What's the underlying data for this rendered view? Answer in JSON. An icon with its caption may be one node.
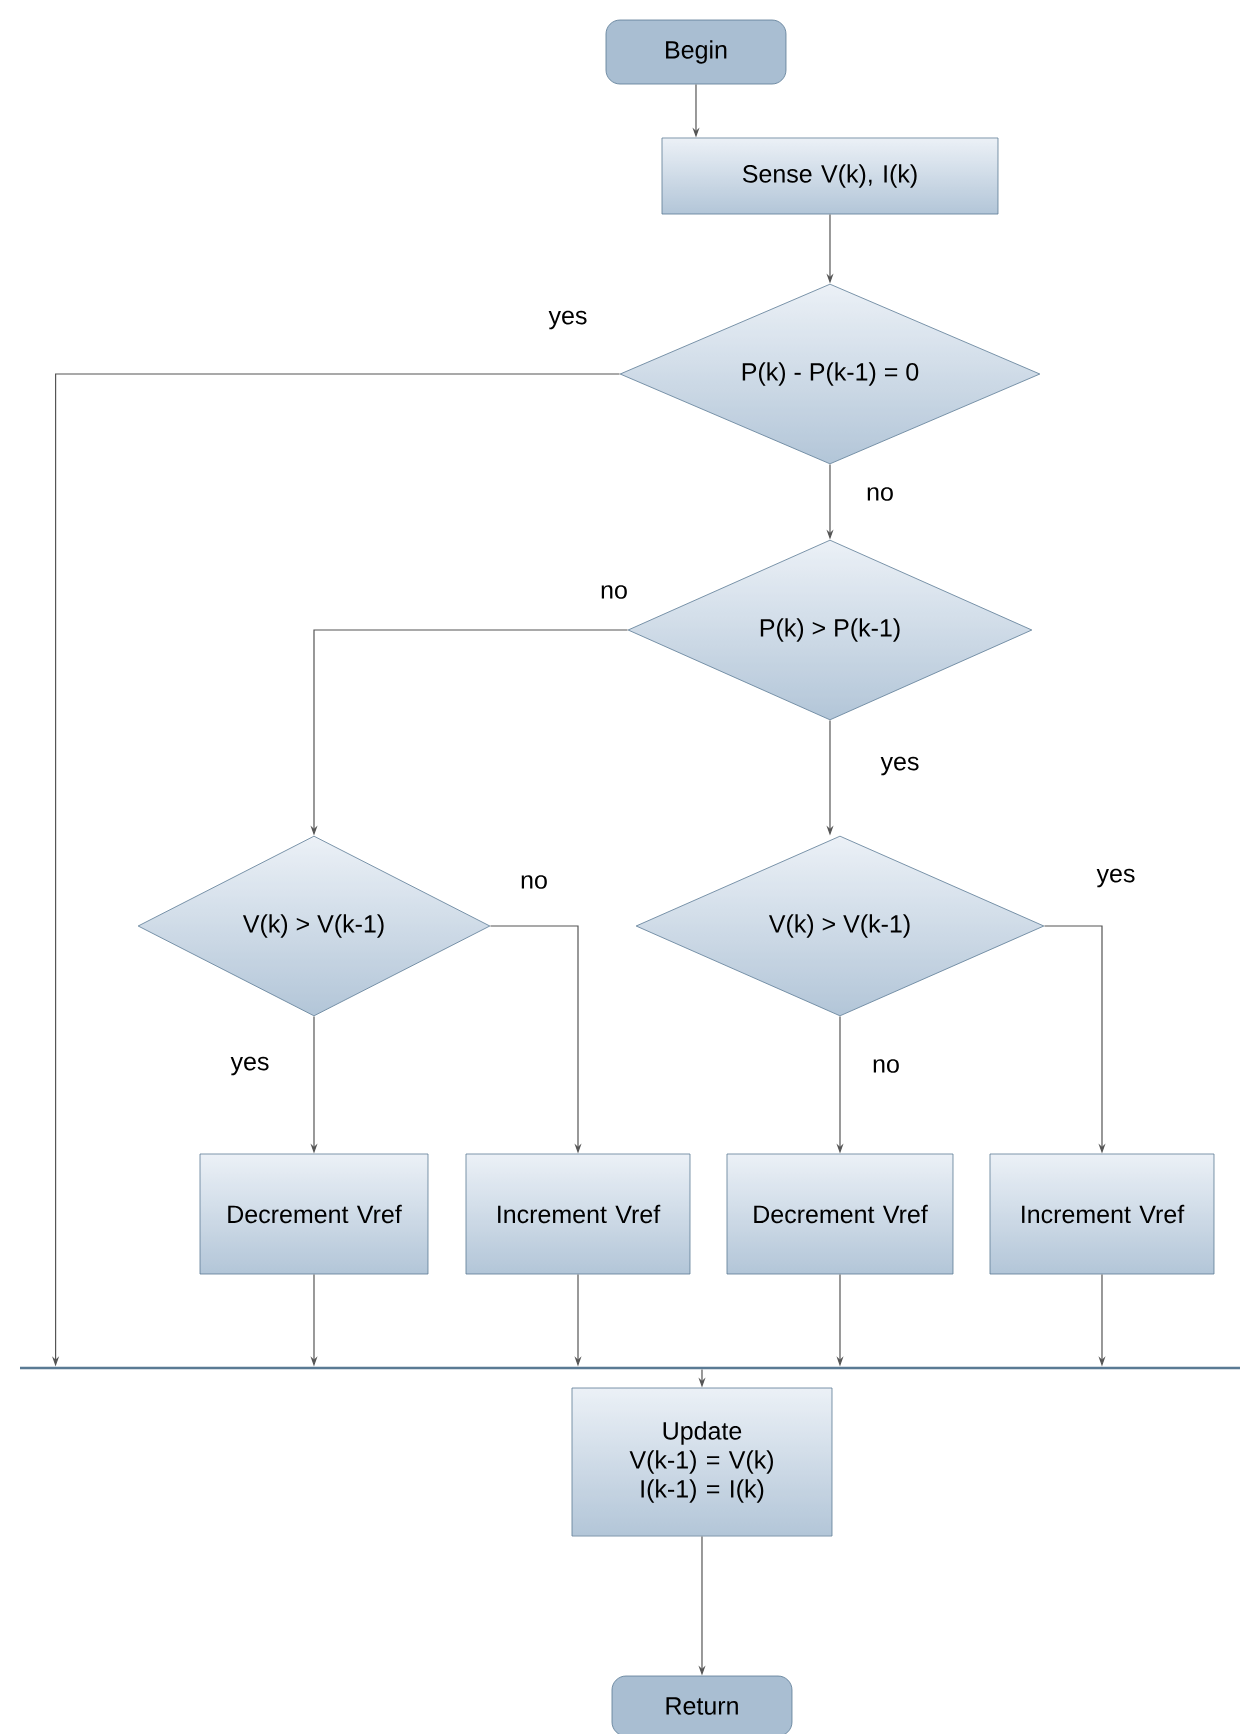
{
  "diagram": {
    "nodes": [
      {
        "text": [
          "Begin"
        ]
      },
      {
        "text": [
          "Sense V(k), I(k)"
        ]
      },
      {
        "text": [
          "P(k) - P(k-1) = 0"
        ]
      },
      {
        "text": [
          "P(k) > P(k-1)"
        ]
      },
      {
        "text": [
          "V(k) > V(k-1)"
        ]
      },
      {
        "text": [
          "V(k) > V(k-1)"
        ]
      },
      {
        "text": [
          "Decrement Vref"
        ]
      },
      {
        "text": [
          "Increment Vref"
        ]
      },
      {
        "text": [
          "Decrement Vref"
        ]
      },
      {
        "text": [
          "Increment Vref"
        ]
      },
      {
        "text": [],
        "shape": "bar"
      },
      {
        "text": [
          "Update",
          "V(k-1) = V(k)",
          "I(k-1) = I(k)"
        ]
      },
      {
        "text": [
          "Return"
        ]
      }
    ],
    "edges": [
      {
        "from": 0,
        "to": 1,
        "arrow": "to"
      },
      {
        "from": 1,
        "to": 2,
        "arrow": "to"
      },
      {
        "from": 2,
        "to": 10,
        "label": "yes",
        "arrow": "to"
      },
      {
        "from": 2,
        "to": 3,
        "label": "no",
        "arrow": "to"
      },
      {
        "from": 3,
        "to": 4,
        "label": "no",
        "arrow": "to"
      },
      {
        "from": 3,
        "to": 5,
        "label": "yes",
        "arrow": "to"
      },
      {
        "from": 4,
        "to": 6,
        "label": "yes",
        "arrow": "to"
      },
      {
        "from": 4,
        "to": 7,
        "label": "no",
        "arrow": "to"
      },
      {
        "from": 5,
        "to": 8,
        "label": "no",
        "arrow": "to"
      },
      {
        "from": 5,
        "to": 9,
        "label": "yes",
        "arrow": "to"
      },
      {
        "from": 6,
        "to": 10,
        "arrow": "to"
      },
      {
        "from": 7,
        "to": 10,
        "arrow": "to"
      },
      {
        "from": 8,
        "to": 10,
        "arrow": "to"
      },
      {
        "from": 9,
        "to": 10,
        "arrow": "to"
      },
      {
        "from": 10,
        "to": 11,
        "arrow": "to"
      },
      {
        "from": 11,
        "to": 12,
        "arrow": "to"
      }
    ]
  }
}
